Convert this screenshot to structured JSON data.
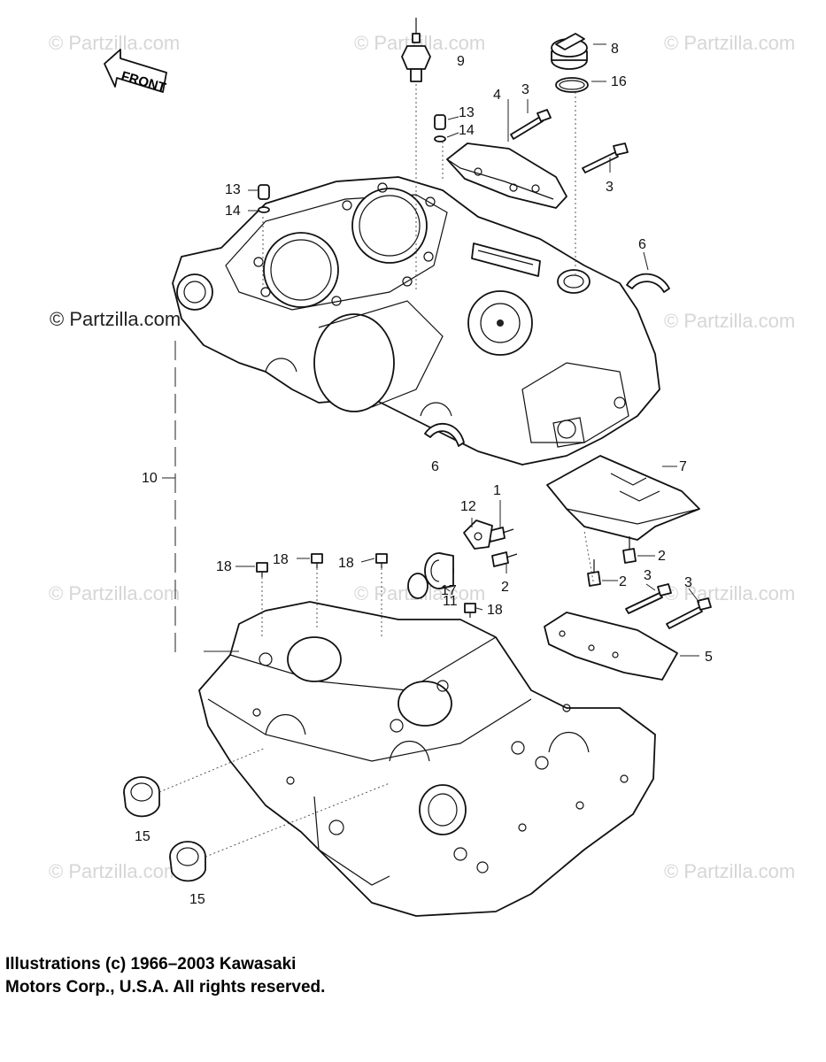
{
  "watermark": {
    "text": "© Partzilla.com",
    "main_text": "© Partzilla.com"
  },
  "front_arrow": {
    "label": "FRONT"
  },
  "callouts": {
    "c1": "1",
    "c2a": "2",
    "c2b": "2",
    "c2c": "2",
    "c3a": "3",
    "c3b": "3",
    "c3c": "3",
    "c3d": "3",
    "c4": "4",
    "c5": "5",
    "c6a": "6",
    "c6b": "6",
    "c7": "7",
    "c8": "8",
    "c9": "9",
    "c10": "10",
    "c11": "11",
    "c12": "12",
    "c13a": "13",
    "c13b": "13",
    "c14a": "14",
    "c14b": "14",
    "c15a": "15",
    "c15b": "15",
    "c16": "16",
    "c17": "17",
    "c18a": "18",
    "c18b": "18",
    "c18c": "18",
    "c18d": "18"
  },
  "copyright": {
    "line1": "Illustrations (c) 1966–2003 Kawasaki",
    "line2": "Motors Corp., U.S.A.  All rights reserved."
  }
}
